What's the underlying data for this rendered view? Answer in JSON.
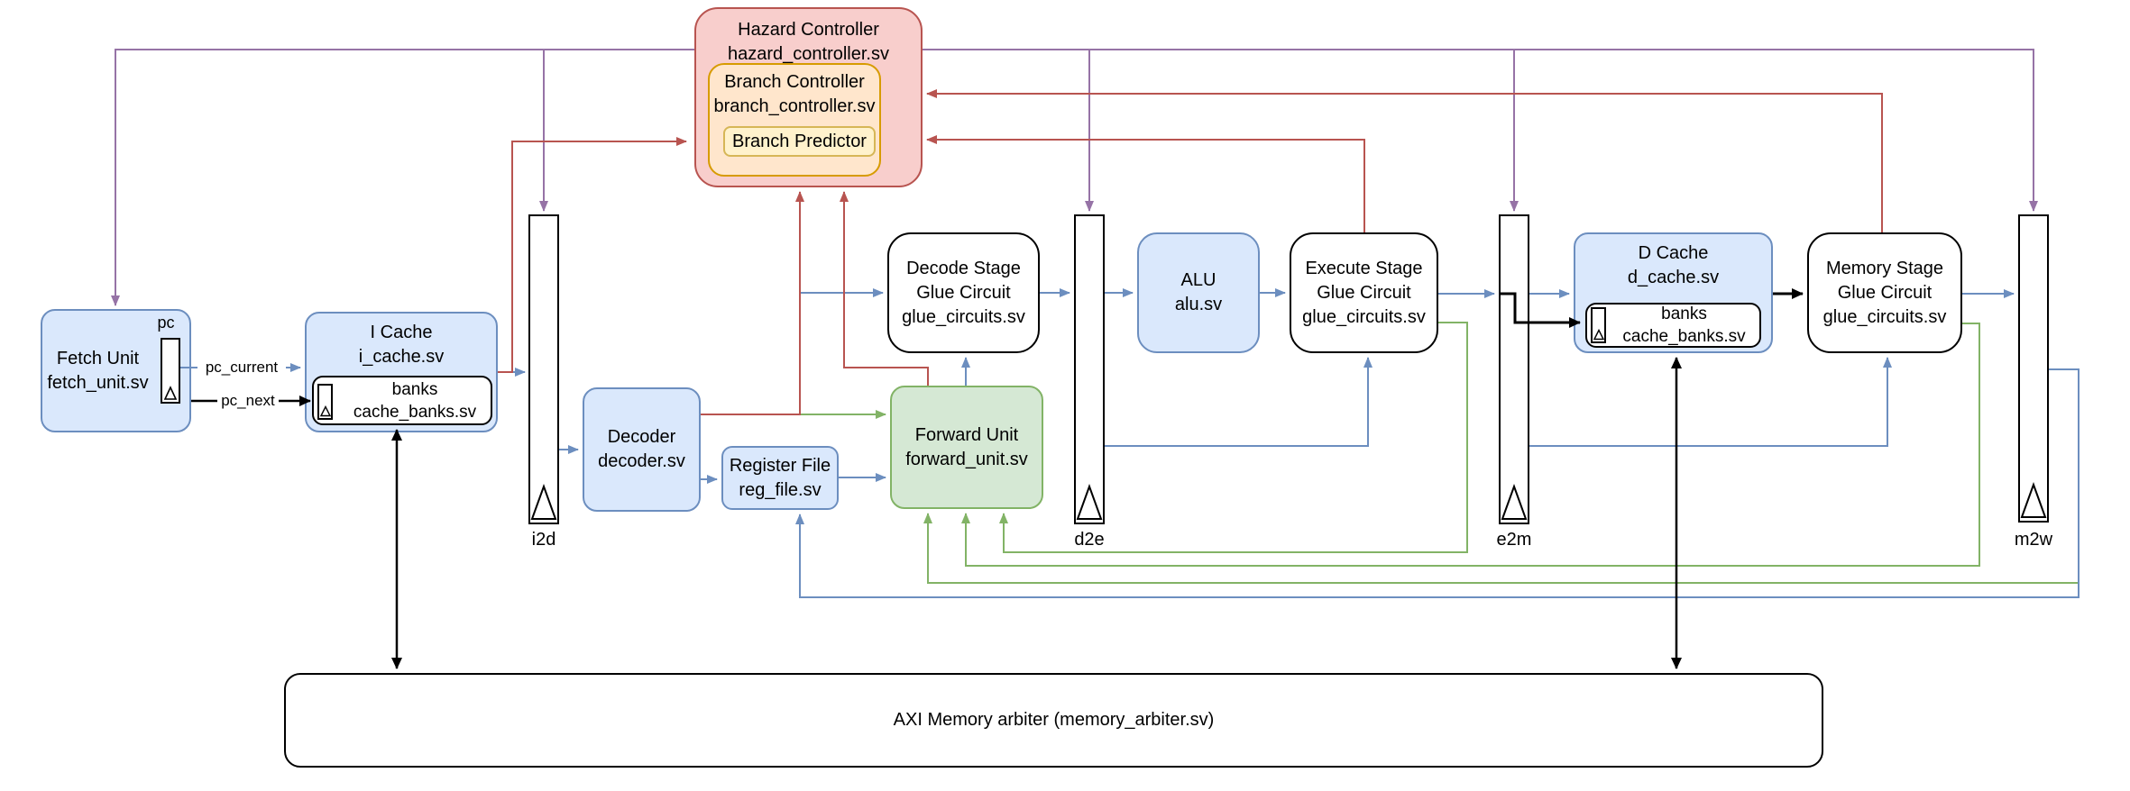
{
  "diagram": {
    "palette": {
      "blue_fill": "#dae8fc",
      "blue_stroke": "#6c8ebf",
      "green_fill": "#d5e8d4",
      "green_stroke": "#82b366",
      "red_fill": "#f8cecc",
      "red_stroke": "#b85450",
      "orange_fill": "#ffe6cc",
      "orange_stroke": "#d79b00",
      "yellow_fill": "#fff2cc",
      "yellow_stroke": "#d6b656",
      "edge_purple": "#9673a6",
      "edge_red": "#b85450",
      "edge_blue": "#6c8ebf",
      "edge_green": "#82b366",
      "edge_black": "#000000"
    },
    "nodes": {
      "hazard": {
        "title": "Hazard Controller",
        "file": "hazard_controller.sv"
      },
      "branch_controller": {
        "title": "Branch Controller",
        "file": "branch_controller.sv"
      },
      "branch_predictor": {
        "title": "Branch Predictor"
      },
      "fetch": {
        "title": "Fetch Unit",
        "file": "fetch_unit.sv",
        "pc_label": "pc"
      },
      "icache": {
        "title": "I Cache",
        "file": "i_cache.sv"
      },
      "icache_banks": {
        "title": "banks",
        "file": "cache_banks.sv"
      },
      "decoder": {
        "title": "Decoder",
        "file": "decoder.sv"
      },
      "regfile": {
        "title": "Register File",
        "file": "reg_file.sv"
      },
      "forward": {
        "title": "Forward Unit",
        "file": "forward_unit.sv"
      },
      "decode_glue": {
        "l1": "Decode Stage",
        "l2": "Glue Circuit",
        "file": "glue_circuits.sv"
      },
      "alu": {
        "title": "ALU",
        "file": "alu.sv"
      },
      "execute_glue": {
        "l1": "Execute Stage",
        "l2": "Glue Circuit",
        "file": "glue_circuits.sv"
      },
      "dcache": {
        "title": "D Cache",
        "file": "d_cache.sv"
      },
      "dcache_banks": {
        "title": "banks",
        "file": "cache_banks.sv"
      },
      "memory_glue": {
        "l1": "Memory Stage",
        "l2": "Glue Circuit",
        "file": "glue_circuits.sv"
      },
      "arbiter": {
        "label": "AXI Memory arbiter (memory_arbiter.sv)"
      }
    },
    "pipeline_registers": {
      "i2d": "i2d",
      "d2e": "d2e",
      "e2m": "e2m",
      "m2w": "m2w"
    },
    "signals": {
      "pc_current": "pc_current",
      "pc_next": "pc_next"
    },
    "edges": [
      {
        "from": "hazard",
        "to": "fetch",
        "color": "purple"
      },
      {
        "from": "hazard",
        "to": "i2d",
        "color": "purple"
      },
      {
        "from": "hazard",
        "to": "d2e",
        "color": "purple"
      },
      {
        "from": "hazard",
        "to": "e2m",
        "color": "purple"
      },
      {
        "from": "hazard",
        "to": "m2w",
        "color": "purple"
      },
      {
        "from": "icache_output",
        "to": "hazard",
        "color": "red"
      },
      {
        "from": "decoder",
        "to": "hazard",
        "color": "red"
      },
      {
        "from": "forward",
        "to": "hazard",
        "color": "red"
      },
      {
        "from": "execute_glue",
        "to": "branch_predictor",
        "color": "red"
      },
      {
        "from": "memory_glue",
        "to": "branch_controller",
        "color": "red"
      },
      {
        "from": "pc",
        "to": "icache",
        "color": "blue",
        "label": "pc_current"
      },
      {
        "from": "fetch",
        "to": "icache_banks",
        "color": "black",
        "label": "pc_next"
      },
      {
        "from": "icache",
        "to": "i2d",
        "color": "blue"
      },
      {
        "from": "i2d",
        "to": "decoder",
        "color": "blue"
      },
      {
        "from": "decoder",
        "to": "regfile",
        "color": "blue"
      },
      {
        "from": "regfile",
        "to": "forward",
        "color": "blue"
      },
      {
        "from": "decoder_net",
        "to": "decode_glue",
        "color": "blue"
      },
      {
        "from": "forward",
        "to": "decode_glue",
        "color": "blue"
      },
      {
        "from": "decode_glue",
        "to": "d2e",
        "color": "blue"
      },
      {
        "from": "d2e",
        "to": "alu",
        "color": "blue"
      },
      {
        "from": "alu",
        "to": "execute_glue",
        "color": "blue"
      },
      {
        "from": "d2e",
        "to": "execute_glue",
        "color": "blue"
      },
      {
        "from": "execute_glue",
        "to": "e2m",
        "color": "blue"
      },
      {
        "from": "e2m",
        "to": "dcache",
        "color": "blue"
      },
      {
        "from": "e2m",
        "to": "dcache_banks",
        "color": "black"
      },
      {
        "from": "dcache",
        "to": "memory_glue",
        "color": "black"
      },
      {
        "from": "e2m",
        "to": "memory_glue",
        "color": "blue"
      },
      {
        "from": "memory_glue",
        "to": "m2w",
        "color": "blue"
      },
      {
        "from": "m2w",
        "to": "regfile",
        "color": "blue"
      },
      {
        "from": "decoder",
        "to": "forward",
        "color": "green"
      },
      {
        "from": "execute_glue",
        "to": "forward",
        "color": "green"
      },
      {
        "from": "memory_glue",
        "to": "forward",
        "color": "green"
      },
      {
        "from": "m2w",
        "to": "forward",
        "color": "green"
      },
      {
        "from": "icache_banks",
        "to": "arbiter",
        "color": "black",
        "bidirectional": true
      },
      {
        "from": "dcache_banks",
        "to": "arbiter",
        "color": "black",
        "bidirectional": true
      }
    ]
  }
}
